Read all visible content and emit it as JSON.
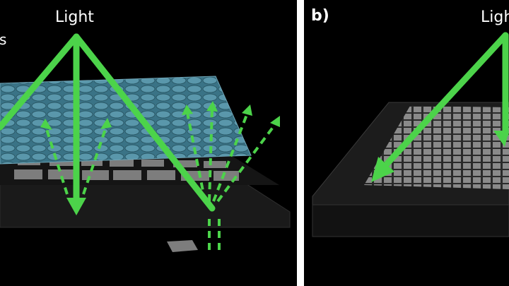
{
  "panel_a": {
    "light_label": "Light",
    "partial_label": "s"
  },
  "panel_b": {
    "panel_label": "b)",
    "light_label": "Ligh"
  },
  "colors": {
    "arrow": "#4cd34a",
    "lens": "#3f7f93",
    "pixel": "#8a8a8a",
    "base": "#1c1c1c",
    "divider": "#ffffff"
  }
}
